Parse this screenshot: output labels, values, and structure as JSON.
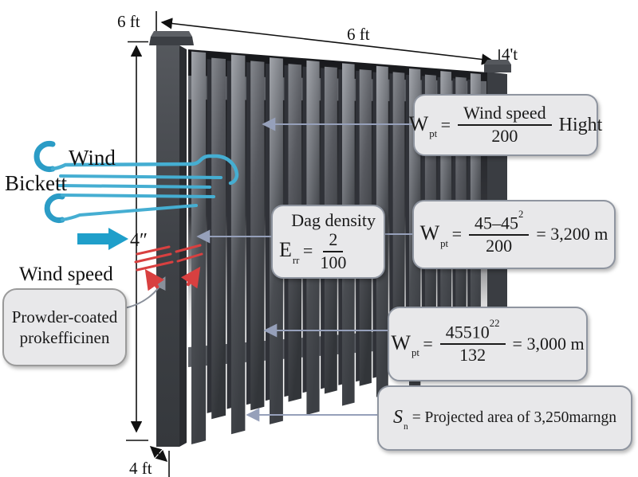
{
  "dimensions": {
    "post_height": "6 ft",
    "panel_width": "6 ft",
    "corner_mark": "4't",
    "post_width": "4″",
    "base_width": "4 ft"
  },
  "wind": {
    "label": "Wind",
    "source_label": "Bickett",
    "speed_label": "Wind speed"
  },
  "coating": {
    "line1": "Prowder-coated",
    "line2": "prokefficinen"
  },
  "formulas": {
    "wind_pressure": {
      "lhs": "W",
      "sub": "pt",
      "eq": "=",
      "num": "Wind speed",
      "den": "200",
      "suffix": "Hight"
    },
    "drag": {
      "title": "Dag density",
      "lhs": "E",
      "sub": "rr",
      "eq": "=",
      "num": "2",
      "den": "100"
    },
    "calc1": {
      "lhs": "W",
      "sub": "pt",
      "eq": "=",
      "num_base": "45–45",
      "num_sup": "2",
      "den": "200",
      "result": "= 3,200 m"
    },
    "calc2": {
      "lhs": "W",
      "sub": "pt",
      "eq": "=",
      "num_base": "45510",
      "num_sup": "22",
      "den": "132",
      "result": "= 3,000 m"
    },
    "area": {
      "lhs": "S",
      "sub": "n",
      "text": "= Projected area of 3,250marngn"
    }
  },
  "colors": {
    "wind_teal": "#45aed2",
    "wind_swirl": "#2b9cc6",
    "stress_red": "#d84040",
    "leader_gray": "#96a0ba",
    "box_bg": "#e8e8ea",
    "box_border": "#8f95a0",
    "fence_dark": "#3a3d42"
  }
}
